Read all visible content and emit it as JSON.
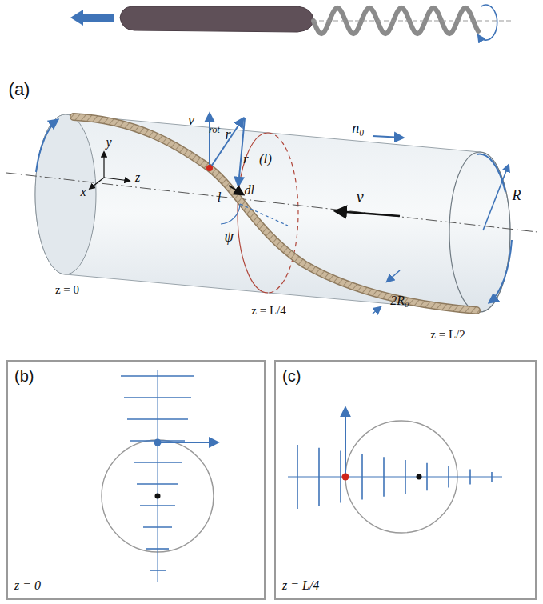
{
  "diagram": {
    "nodes": [
      {
        "text": [
          "(b)",
          "z = 0"
        ]
      },
      {
        "text": [
          "(c)",
          "z = L/4"
        ]
      }
    ],
    "labels": [
      "(a)",
      "y",
      "x",
      "z",
      "v⃗",
      "rot",
      "r⃗",
      "r⃗(l)",
      "dl⃗",
      "l",
      "ψ",
      "n₀",
      "v⃗",
      "R",
      "2R₀",
      "z = 0",
      "z = L/4",
      "z = L/2"
    ]
  }
}
